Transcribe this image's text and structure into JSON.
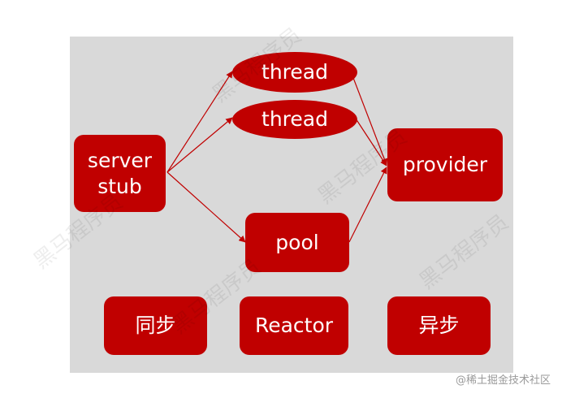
{
  "diagram": {
    "nodes": {
      "server_stub": "server\nstub",
      "thread_1": "thread",
      "thread_2": "thread",
      "pool": "pool",
      "provider": "provider",
      "sync": "同步",
      "reactor": "Reactor",
      "async": "异步"
    },
    "colors": {
      "node": "#c00000",
      "edge": "#c00000",
      "panel": "#d9d9d9",
      "text": "#ffffff"
    }
  },
  "watermark": {
    "text": "黑马程序员"
  },
  "footer": {
    "text": "@稀土掘金技术社区"
  }
}
